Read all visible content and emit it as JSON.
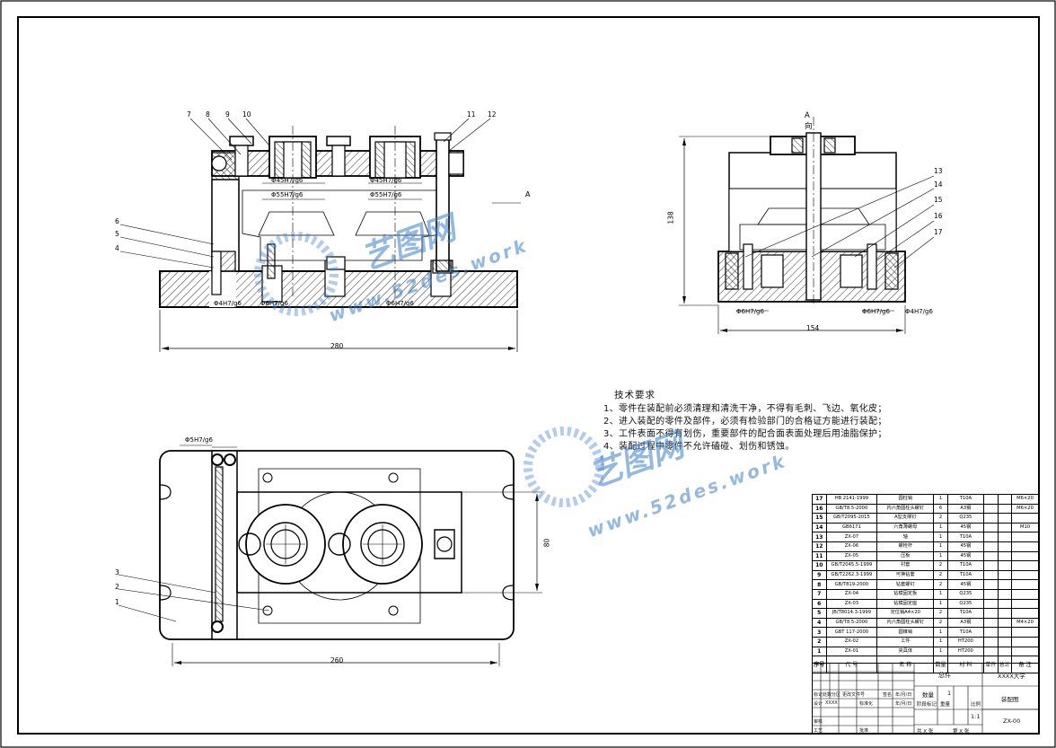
{
  "tech_requirements": {
    "title": "技术要求",
    "items": [
      "1、零件在装配前必须清理和清洗干净，不得有毛刺、飞边、氧化皮；",
      "2、进入装配的零件及部件，必须有检验部门的合格证方能进行装配；",
      "3、工件表面不得有划伤，重要部件的配合面表面处理后用油脂保护；",
      "4、装配过程中零件不允许磕碰、划伤和锈蚀。"
    ]
  },
  "watermark": {
    "brand": "艺图网",
    "url_top": "www.52des.work",
    "url_bottom": "www.52des.work"
  },
  "front_view": {
    "callouts": [
      "7",
      "8",
      "9",
      "10",
      "11",
      "12",
      "6",
      "5",
      "4"
    ],
    "fits": [
      "Φ45H7/g6",
      "Φ45H7/g6",
      "Φ55H7/g6",
      "Φ55H7/g6",
      "Φ4H7/g6",
      "Φ6H7/g6",
      "Φ6H7/g6"
    ],
    "dim_width": "280",
    "section_mark": "A"
  },
  "side_view": {
    "view_label": "A向",
    "callouts": [
      "13",
      "14",
      "15",
      "16",
      "17"
    ],
    "fits": [
      "Φ6H7/g6",
      "Φ6H7/g6",
      "Φ4H7/g6"
    ],
    "dim_height": "138",
    "dim_width": "154"
  },
  "top_view": {
    "callouts": [
      "3",
      "2",
      "1"
    ],
    "fits": [
      "Φ5H7/g6"
    ],
    "dim_width": "260",
    "dim_height": "80"
  },
  "bom": {
    "rows": [
      {
        "no": "17",
        "code": "HB 2141-1999",
        "name": "圆柱销",
        "qty": "1",
        "mat": "T10A",
        "rem": "M6×20"
      },
      {
        "no": "16",
        "code": "GB/T8.5-2000",
        "name": "内六角圆柱头螺钉",
        "qty": "6",
        "mat": "A3钢",
        "rem": "M6×20"
      },
      {
        "no": "15",
        "code": "GB/T2095-2015",
        "name": "A型支撑钉",
        "qty": "2",
        "mat": "Q235",
        "rem": ""
      },
      {
        "no": "14",
        "code": "GB6171",
        "name": "六角薄螺母",
        "qty": "1",
        "mat": "45钢",
        "rem": "M10"
      },
      {
        "no": "13",
        "code": "ZX-07",
        "name": "轴",
        "qty": "1",
        "mat": "T10A",
        "rem": ""
      },
      {
        "no": "12",
        "code": "ZX-06",
        "name": "螺栓杆",
        "qty": "1",
        "mat": "45钢",
        "rem": ""
      },
      {
        "no": "11",
        "code": "ZX-05",
        "name": "压板",
        "qty": "1",
        "mat": "45钢",
        "rem": ""
      },
      {
        "no": "10",
        "code": "GB/T2045.5-1999",
        "name": "衬套",
        "qty": "2",
        "mat": "T10A",
        "rem": ""
      },
      {
        "no": "9",
        "code": "GB/T2262.3-1999",
        "name": "可换钻套",
        "qty": "2",
        "mat": "T10A",
        "rem": ""
      },
      {
        "no": "8",
        "code": "GB/T819-2000",
        "name": "钻套螺钉",
        "qty": "2",
        "mat": "45钢",
        "rem": ""
      },
      {
        "no": "7",
        "code": "ZX-04",
        "name": "钻模固定板",
        "qty": "1",
        "mat": "Q235",
        "rem": ""
      },
      {
        "no": "6",
        "code": "ZX-03",
        "name": "钻模固定座",
        "qty": "1",
        "mat": "Q235",
        "rem": ""
      },
      {
        "no": "5",
        "code": "JB/T8014.3-1999",
        "name": "定位销A4×20",
        "qty": "2",
        "mat": "T10A",
        "rem": ""
      },
      {
        "no": "4",
        "code": "GB/T8.5-2000",
        "name": "内六角圆柱头螺钉",
        "qty": "2",
        "mat": "A3钢",
        "rem": "M4×20"
      },
      {
        "no": "3",
        "code": "GBT 117-2000",
        "name": "圆锥销",
        "qty": "1",
        "mat": "T10A",
        "rem": ""
      },
      {
        "no": "2",
        "code": "ZX-02",
        "name": "工件",
        "qty": "1",
        "mat": "HT200",
        "rem": ""
      },
      {
        "no": "1",
        "code": "ZX-01",
        "name": "夹具体",
        "qty": "1",
        "mat": "HT200",
        "rem": ""
      }
    ],
    "header": {
      "no": "序号",
      "code": "代 号",
      "name": "名 称",
      "qty": "数量",
      "mat": "材 料",
      "w1": "单件",
      "w2": "总计",
      "weight": "重量",
      "rem": "备 注"
    }
  },
  "title_block": {
    "drawing_name": "总件",
    "school": "XXXX大学",
    "count_label": "数量",
    "count": "1",
    "scale_label": "比例",
    "scale": "1:1",
    "weight_label": "重量",
    "drawing_type": "装配图",
    "drawing_no": "ZX-00",
    "stage_label": "阶段标记",
    "sheet_a": "共 X 张",
    "sheet_b": "第 X 张",
    "design": "设计",
    "design_name": "XXXX",
    "review": "审核",
    "process": "工艺",
    "approve": "批准",
    "marks": "标记",
    "count2": "处数",
    "zone": "分区",
    "doc_no": "更改文件号",
    "sign": "签名",
    "date": "年/月/日",
    "std": "标准化",
    "std_date": "年/月/日"
  },
  "colors": {
    "line": "#000000",
    "hatch": "#000000",
    "watermark": "#3e80c8"
  }
}
